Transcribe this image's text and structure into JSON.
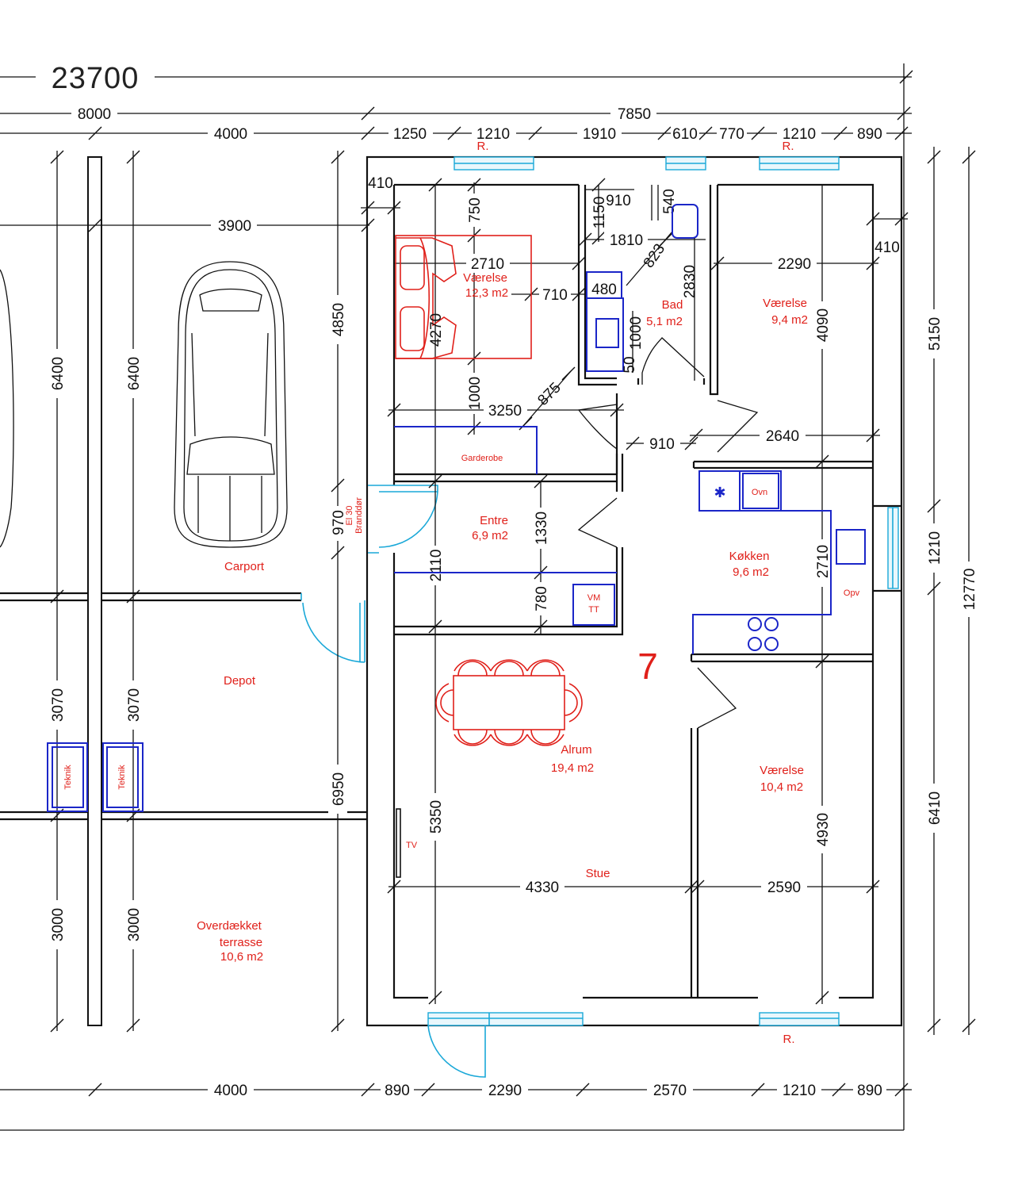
{
  "plan": {
    "unit_number": "7",
    "rooms": [
      {
        "id": "vaerelse-1",
        "name": "Værelse",
        "area": "12,3 m2"
      },
      {
        "id": "bad",
        "name": "Bad",
        "area": "5,1 m2"
      },
      {
        "id": "vaerelse-2",
        "name": "Værelse",
        "area": "9,4 m2"
      },
      {
        "id": "entre",
        "name": "Entre",
        "area": "6,9 m2"
      },
      {
        "id": "koekken",
        "name": "Køkken",
        "area": "9,6 m2"
      },
      {
        "id": "alrum",
        "name": "Alrum",
        "area": "19,4 m2"
      },
      {
        "id": "vaerelse-3",
        "name": "Værelse",
        "area": "10,4 m2"
      }
    ],
    "labels": {
      "stue": "Stue",
      "garderobe": "Garderobe",
      "carport": "Carport",
      "depot": "Depot",
      "terrasse_1": "Overdækket",
      "terrasse_2": "terrasse",
      "terrasse_area": "10,6 m2",
      "teknik_1": "Teknik",
      "teknik_2": "Teknik",
      "ovn": "Ovn",
      "opv": "Opv",
      "vm": "VM",
      "tt": "TT",
      "tv": "TV",
      "door_el": "El 30",
      "door_brand": "Branddør",
      "r_top_1": "R.",
      "r_top_2": "R.",
      "r_bottom": "R."
    },
    "dimensions": {
      "total_width": "23700",
      "top_8000": "8000",
      "top_7850": "7850",
      "top_4000": "4000",
      "top_1250": "1250",
      "top_1210a": "1210",
      "top_1910": "1910",
      "top_610": "610",
      "top_770": "770",
      "top_1210b": "1210",
      "top_890": "890",
      "d_410a": "410",
      "d_3900": "3900",
      "d_750": "750",
      "d_910a": "910",
      "d_1150": "1150",
      "d_540": "540",
      "d_1810": "1810",
      "d_823": "823",
      "d_410b": "410",
      "d_2710a": "2710",
      "d_480": "480",
      "d_2830": "2830",
      "d_2290a": "2290",
      "d_710": "710",
      "d_4270": "4270",
      "d_1000a": "1000",
      "d_1000b": "1000",
      "d_50": "50",
      "d_4090": "4090",
      "d_875": "875",
      "d_3250": "3250",
      "d_910b": "910",
      "d_2640": "2640",
      "d_4850": "4850",
      "d_970": "970",
      "d_2110": "2110",
      "d_1330": "1330",
      "d_2710b": "2710",
      "d_780": "780",
      "d_6400a": "6400",
      "d_6400b": "6400",
      "d_3070a": "3070",
      "d_3070b": "3070",
      "d_6950": "6950",
      "d_5350": "5350",
      "d_4930": "4930",
      "d_4330": "4330",
      "d_2590": "2590",
      "d_3000a": "3000",
      "d_3000b": "3000",
      "right_5150": "5150",
      "right_1210": "1210",
      "right_6410": "6410",
      "right_12770": "12770",
      "bot_4000": "4000",
      "bot_890a": "890",
      "bot_2290": "2290",
      "bot_2570": "2570",
      "bot_1210": "1210",
      "bot_890b": "890"
    },
    "colors": {
      "walls": "#111111",
      "labels": "#e0201a",
      "fixtures": "#1b26c8",
      "windows": "#1aa8d8"
    }
  }
}
